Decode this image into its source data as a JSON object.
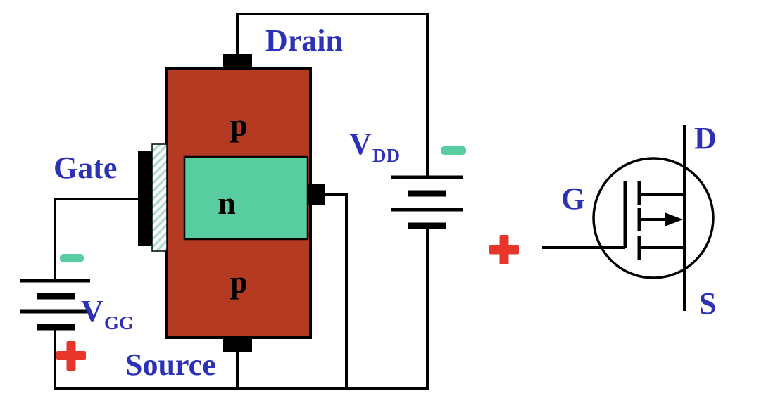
{
  "page": {
    "background": "#ffffff",
    "description": "Cross-section of a p-channel MOSFET with gate (VGG) and drain (VDD) bias supplies, alongside its circuit symbol"
  },
  "diagram": {
    "terminals": {
      "drain": "Drain",
      "gate": "Gate",
      "source": "Source"
    },
    "regions": {
      "top": "p",
      "channel": "n",
      "bottom": "p"
    },
    "supplies": {
      "vdd": {
        "symbol": "V",
        "subscript": "DD",
        "top_polarity": "−",
        "bottom_polarity": "+"
      },
      "vgg": {
        "symbol": "V",
        "subscript": "GG",
        "top_polarity": "−",
        "bottom_polarity": "+"
      }
    },
    "symbol_terminals": {
      "drain": "D",
      "gate": "G",
      "source": "S"
    }
  },
  "colors": {
    "background": "#ffffff",
    "body_p": "#b43b22",
    "n_region": "#58cda0",
    "label_blue": "#2c31b6",
    "region_label": "#000000",
    "wire": "#000000",
    "contact": "#000000",
    "plus_red": "#e8372a",
    "minus_teal": "#58cda0",
    "hatch_stripe": "#a9dcc6"
  }
}
